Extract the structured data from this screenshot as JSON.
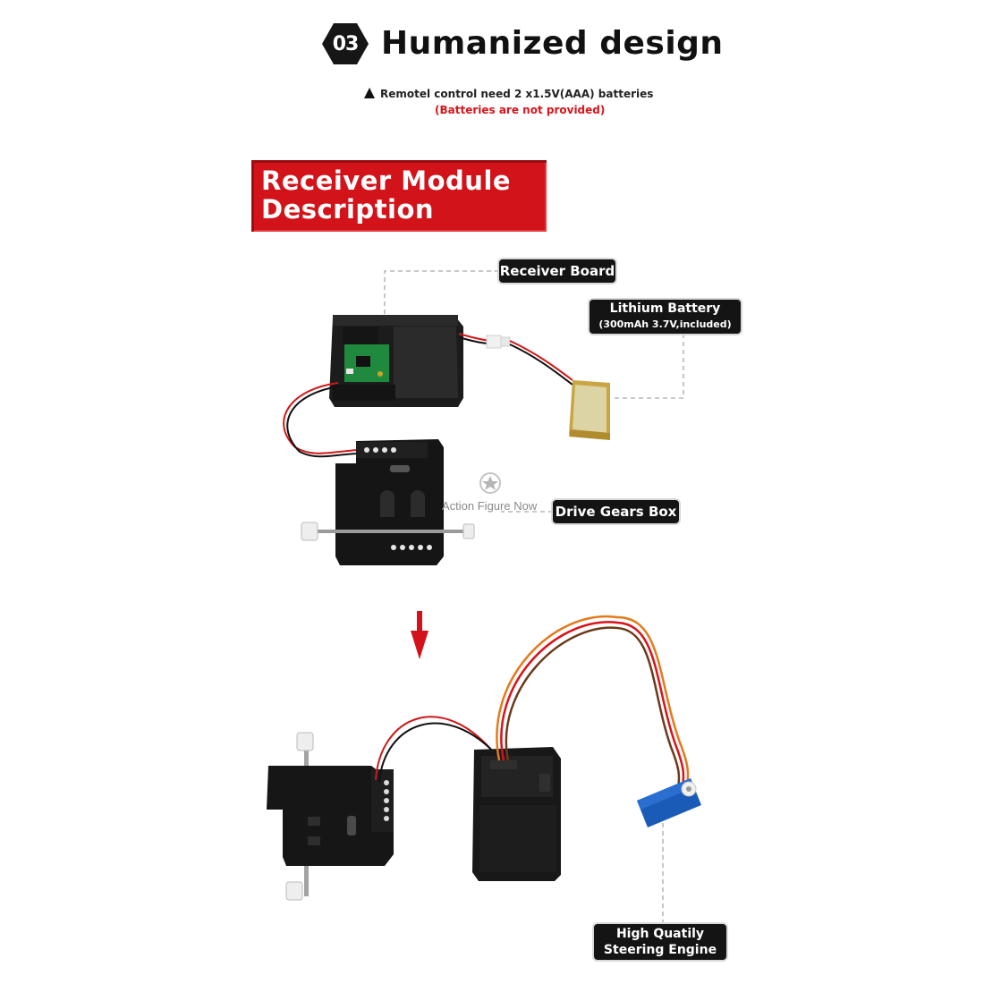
{
  "header": {
    "step_number": "03",
    "title": "Humanized design",
    "note": "Remotel control need 2 x1.5V(AAA) batteries",
    "note_warning": "(Batteries are not provided)"
  },
  "banner": {
    "line1": "Receiver Module",
    "line2": "Description"
  },
  "labels": {
    "receiver_board": "Receiver Board",
    "battery_title": "Lithium Battery",
    "battery_spec": "(300mAh 3.7V,included)",
    "drive_gears": "Drive Gears Box",
    "engine_line1": "High Quatily",
    "engine_line2": "Steering Engine"
  },
  "watermark": {
    "text": "Action Figure Now"
  },
  "colors": {
    "accent_red": "#d2131a",
    "label_bg": "#141414",
    "warning_red": "#d8141b"
  }
}
